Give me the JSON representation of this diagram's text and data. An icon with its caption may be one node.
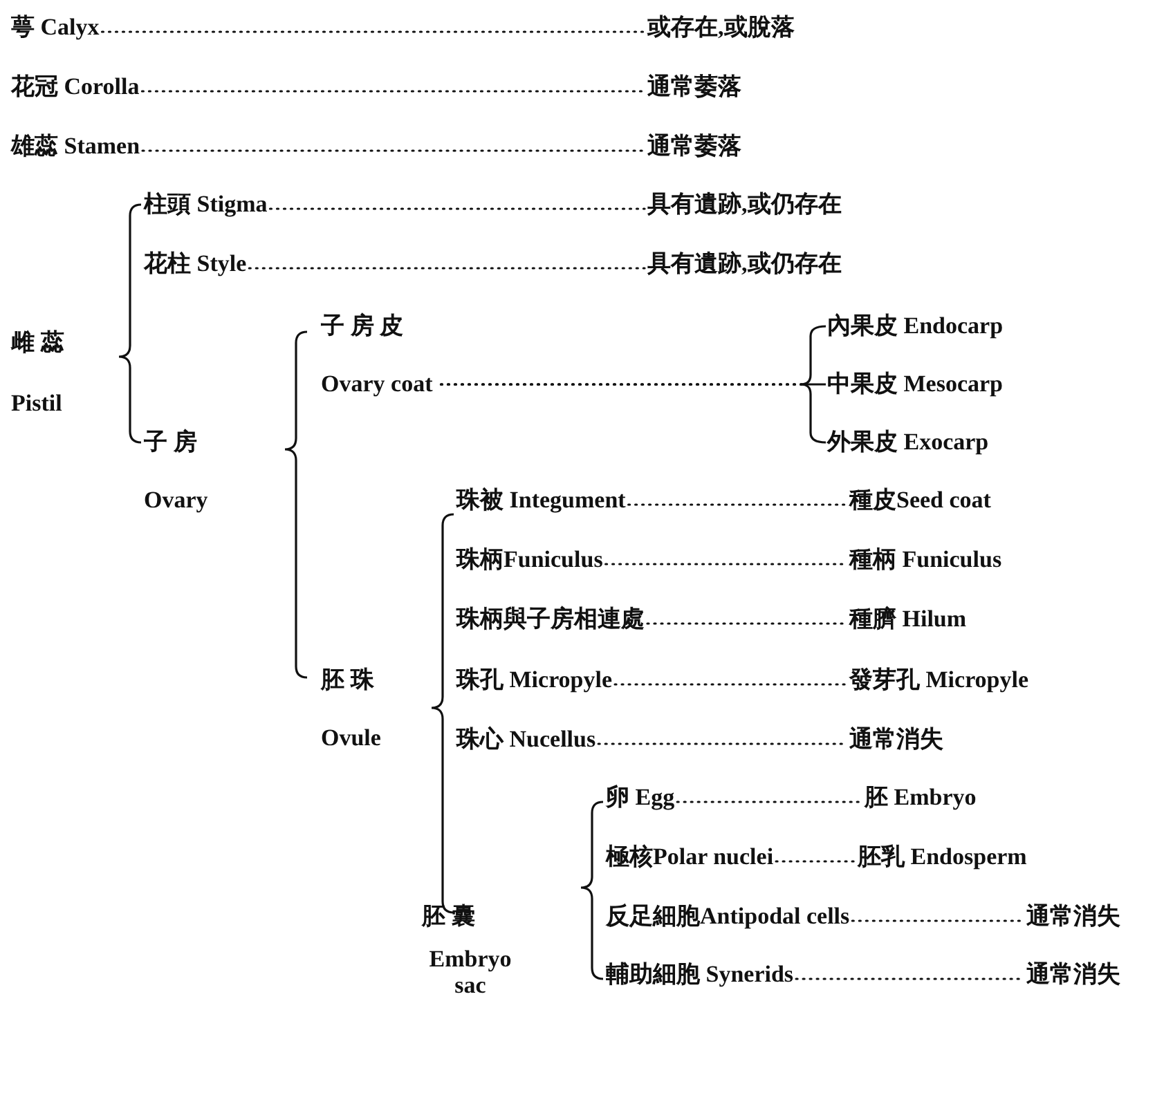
{
  "diagram": {
    "nodes": [
      {
        "text": [
          "萼 Calyx"
        ]
      },
      {
        "text": [
          "或存在,或脫落"
        ]
      },
      {
        "text": [
          "花冠 Corolla"
        ]
      },
      {
        "text": [
          "通常萎落"
        ]
      },
      {
        "text": [
          "雄蕊 Stamen"
        ]
      },
      {
        "text": [
          "通常萎落"
        ]
      },
      {
        "text": [
          "柱頭 Stigma"
        ]
      },
      {
        "text": [
          "具有遺跡,或仍存在"
        ]
      },
      {
        "text": [
          "花柱 Style"
        ]
      },
      {
        "text": [
          "具有遺跡,或仍存在"
        ]
      },
      {
        "text": [
          "雌 蕊",
          "Pistil"
        ]
      },
      {
        "text": [
          "內果皮 Endocarp"
        ]
      },
      {
        "text": [
          "子 房 皮",
          "Ovary coat"
        ]
      },
      {
        "text": [
          "中果皮 Mesocarp"
        ]
      },
      {
        "text": [
          "子 房",
          "Ovary"
        ]
      },
      {
        "text": [
          "外果皮 Exocarp"
        ]
      },
      {
        "text": [
          "珠被 Integument"
        ]
      },
      {
        "text": [
          "種皮Seed coat"
        ]
      },
      {
        "text": [
          "珠柄Funiculus"
        ]
      },
      {
        "text": [
          "種柄 Funiculus"
        ]
      },
      {
        "text": [
          "珠柄與子房相連處"
        ]
      },
      {
        "text": [
          "種臍 Hilum"
        ]
      },
      {
        "text": [
          "胚 珠",
          "Ovule"
        ]
      },
      {
        "text": [
          "珠孔 Micropyle"
        ]
      },
      {
        "text": [
          "發芽孔 Micropyle"
        ]
      },
      {
        "text": [
          "珠心 Nucellus"
        ]
      },
      {
        "text": [
          "通常消失"
        ]
      },
      {
        "text": [
          "卵 Egg"
        ]
      },
      {
        "text": [
          "胚 Embryo"
        ]
      },
      {
        "text": [
          "極核Polar nuclei"
        ]
      },
      {
        "text": [
          "胚乳 Endosperm"
        ]
      },
      {
        "text": [
          "胚 囊",
          "Embryo sac"
        ]
      },
      {
        "text": [
          "反足細胞Antipodal cells"
        ]
      },
      {
        "text": [
          "通常消失"
        ]
      },
      {
        "text": [
          "輔助細胞 Synerids"
        ]
      },
      {
        "text": [
          "通常消失"
        ]
      }
    ],
    "edges": [
      {
        "from": 0,
        "to": 1,
        "arrow": "none"
      },
      {
        "from": 2,
        "to": 3,
        "arrow": "none"
      },
      {
        "from": 4,
        "to": 5,
        "arrow": "none"
      },
      {
        "from": 6,
        "to": 7,
        "arrow": "none"
      },
      {
        "from": 8,
        "to": 9,
        "arrow": "none"
      },
      {
        "from": 12,
        "to": 11,
        "arrow": "none"
      },
      {
        "from": 12,
        "to": 13,
        "arrow": "none"
      },
      {
        "from": 12,
        "to": 15,
        "arrow": "none"
      },
      {
        "from": 16,
        "to": 17,
        "arrow": "none"
      },
      {
        "from": 18,
        "to": 19,
        "arrow": "none"
      },
      {
        "from": 20,
        "to": 21,
        "arrow": "none"
      },
      {
        "from": 23,
        "to": 24,
        "arrow": "none"
      },
      {
        "from": 25,
        "to": 26,
        "arrow": "none"
      },
      {
        "from": 27,
        "to": 28,
        "arrow": "none"
      },
      {
        "from": 29,
        "to": 30,
        "arrow": "none"
      },
      {
        "from": 32,
        "to": 33,
        "arrow": "none"
      },
      {
        "from": 34,
        "to": 35,
        "arrow": "none"
      }
    ]
  }
}
